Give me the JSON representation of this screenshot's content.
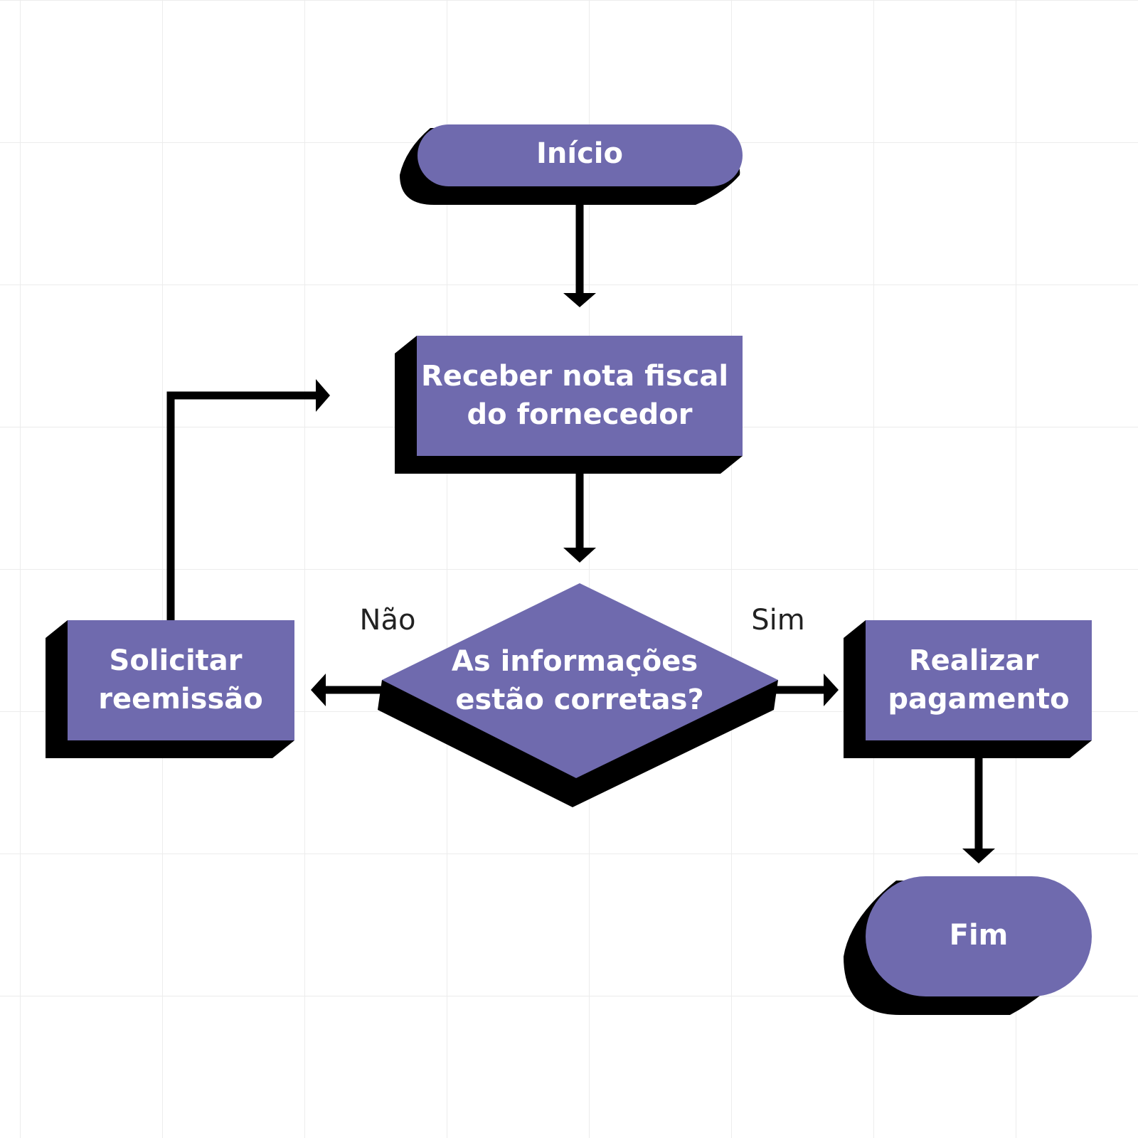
{
  "colors": {
    "node_fill": "#6f6aae",
    "shadow": "#000000",
    "connector": "#000000",
    "node_text": "#ffffff",
    "label_text": "#222222",
    "grid": "#ececec",
    "background": "#ffffff"
  },
  "nodes": {
    "start": {
      "label": "Início"
    },
    "receive": {
      "line1": "Receber nota fiscal",
      "line2": "do fornecedor"
    },
    "decision": {
      "line1": "As informações",
      "line2": "estão corretas?"
    },
    "reissue": {
      "line1": "Solicitar",
      "line2": "reemissão"
    },
    "pay": {
      "line1": "Realizar",
      "line2": "pagamento"
    },
    "end": {
      "label": "Fim"
    }
  },
  "edges": {
    "no_label": "Não",
    "yes_label": "Sim"
  }
}
